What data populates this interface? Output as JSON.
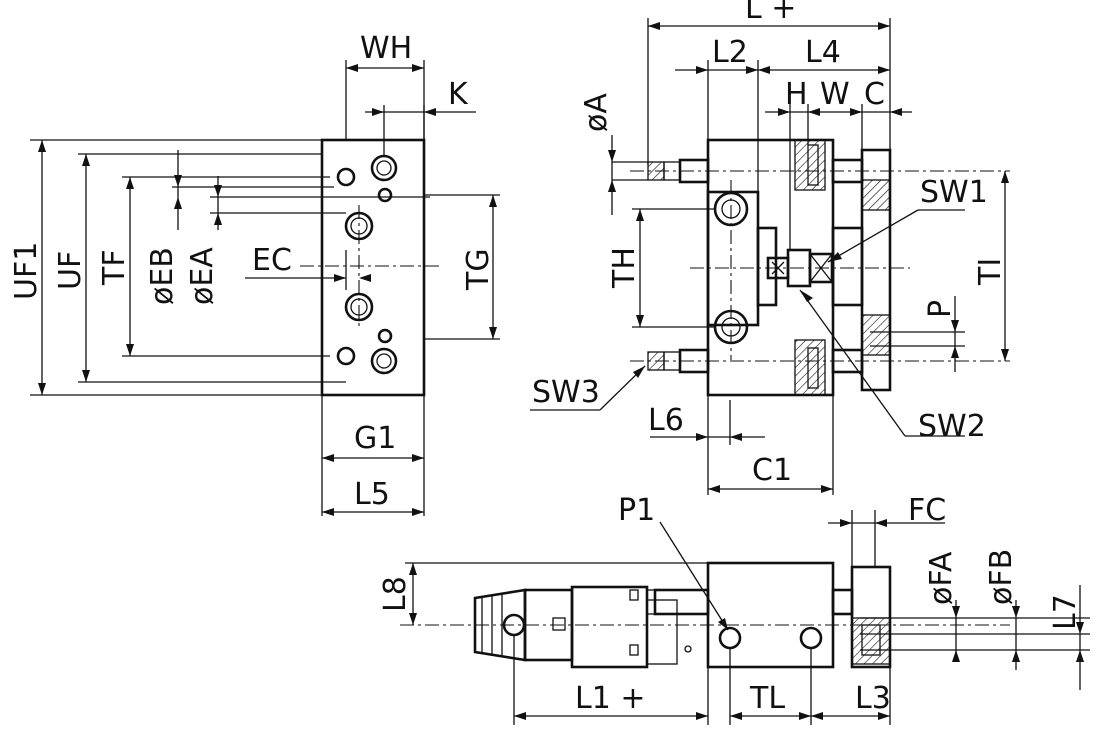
{
  "labels": {
    "wh": "WH",
    "k": "K",
    "uf1": "UF1",
    "uf": "UF",
    "tf": "TF",
    "eb": "øEB",
    "ea": "øEA",
    "ec": "EC",
    "tg": "TG",
    "g1": "G1",
    "l5": "L5",
    "l": "L  +",
    "l2": "L2",
    "l4": "L4",
    "a": "øA",
    "h": "H",
    "w": "W",
    "c": "C",
    "sw1": "SW1",
    "th": "TH",
    "ti": "TI",
    "p": "P",
    "sw3": "SW3",
    "sw2": "SW2",
    "l6": "L6",
    "c1": "C1",
    "p1": "P1",
    "fc": "FC",
    "l8": "L8",
    "fa": "øFA",
    "fb": "øFB",
    "l7": "L7",
    "l1": "L1  +",
    "tl": "TL",
    "l3": "L3"
  }
}
